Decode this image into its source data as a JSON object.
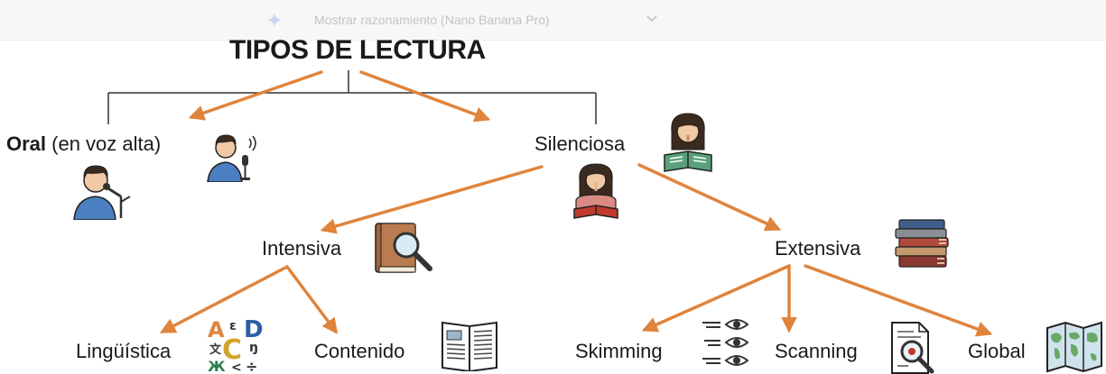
{
  "header": {
    "model_label": "Mostrar razonamiento (Nano Banana Pro)",
    "sparkle_icon": "gemini-sparkle-icon",
    "dropdown_icon": "chevron-down-icon"
  },
  "diagram": {
    "title": "TIPOS DE LECTURA",
    "oral": {
      "bold": "Oral",
      "rest": " (en voz alta)"
    },
    "silenciosa": "Silenciosa",
    "intensiva": "Intensiva",
    "extensiva": "Extensiva",
    "linguistica": "Lingüística",
    "contenido": "Contenido",
    "skimming": "Skimming",
    "scanning": "Scanning",
    "global": "Global"
  },
  "colors": {
    "arrow": "#e0843c",
    "connector": "#333333",
    "text": "#1a1a1a"
  },
  "icons": [
    "man-speaking-icon",
    "man-with-microphone-icon",
    "woman-reading-book-icon",
    "woman-shushing-icon",
    "magnifier-on-book-icon",
    "stack-of-books-icon",
    "letters-symbols-icon",
    "open-book-icon",
    "eye-lines-icon",
    "document-magnifier-icon",
    "world-map-icon"
  ]
}
